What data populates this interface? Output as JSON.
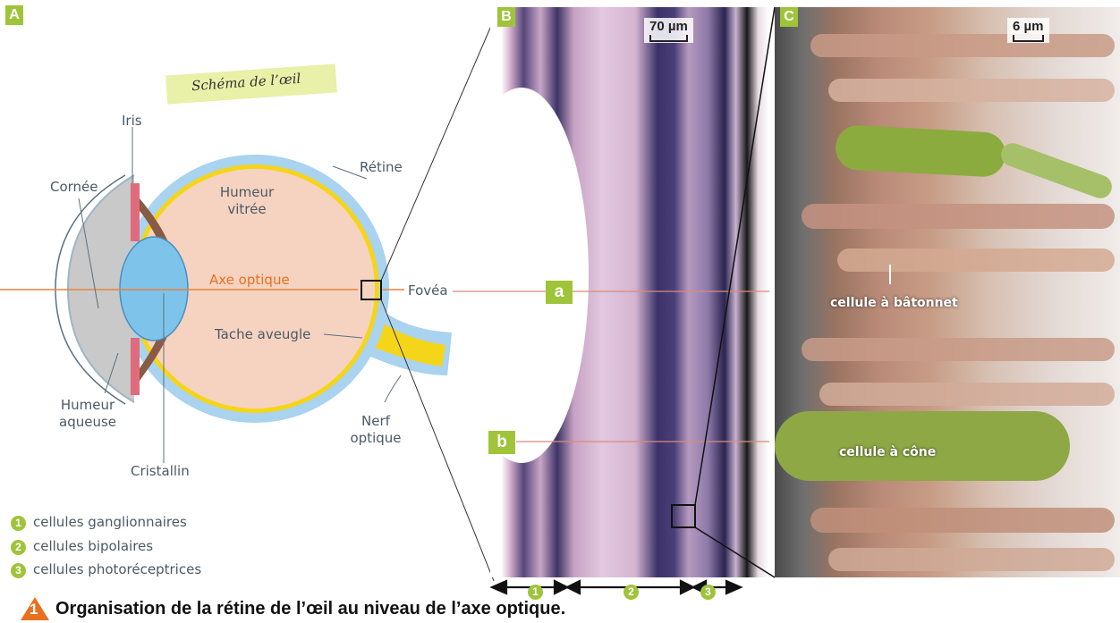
{
  "panels": {
    "a": "A",
    "b": "B",
    "c": "C"
  },
  "schema_title": "Schéma de l’œil",
  "eye_labels": {
    "iris": "Iris",
    "cornee": "Cornée",
    "retine": "Rétine",
    "humeur_vitree": [
      "Humeur",
      "vitrée"
    ],
    "axe_optique": "Axe optique",
    "fovea": "Fovéa",
    "tache_aveugle": "Tache aveugle",
    "nerf_optique": [
      "Nerf",
      "optique"
    ],
    "humeur_aqueuse": [
      "Humeur",
      "aqueuse"
    ],
    "cristallin": "Cristallin"
  },
  "legend": [
    {
      "num": "1",
      "text": "cellules ganglionnaires"
    },
    {
      "num": "2",
      "text": "cellules bipolaires"
    },
    {
      "num": "3",
      "text": "cellules photoréceptrices"
    }
  ],
  "micrograph": {
    "scale": "70 µm",
    "marker_a": "a",
    "marker_b": "b",
    "layers": [
      "1",
      "2",
      "3"
    ]
  },
  "sem": {
    "scale": "6 µm",
    "rod": "cellule à bâtonnet",
    "cone": "cellule à cône"
  },
  "caption": {
    "number": "1",
    "text": "Organisation de la rétine de l’œil au niveau de l’axe optique."
  },
  "colors": {
    "accent_green": "#9fc43a",
    "caption_orange": "#e8701e",
    "axis_orange": "#e8823c",
    "eye_blue": "#a9d3ee",
    "vitreous": "#f6d3c0",
    "retina_yellow": "#f5d51a"
  }
}
